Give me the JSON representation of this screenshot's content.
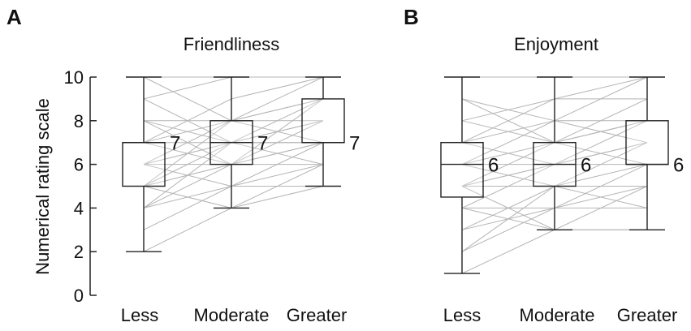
{
  "chart_data": [
    {
      "panel_letter": "A",
      "type": "box_with_paired_lines",
      "title": "Friendliness",
      "ylabel": "Numerical rating scale",
      "categories": [
        "Less",
        "Moderate",
        "Greater"
      ],
      "ylim": [
        0,
        10
      ],
      "yticks": [
        0,
        2,
        4,
        6,
        8,
        10
      ],
      "boxes": [
        {
          "category": "Less",
          "min": 2,
          "q1": 5,
          "median": 7,
          "q3": 7,
          "max": 10,
          "median_label": "7"
        },
        {
          "category": "Moderate",
          "min": 4,
          "q1": 6,
          "median": 7,
          "q3": 8,
          "max": 10,
          "median_label": "7"
        },
        {
          "category": "Greater",
          "min": 5,
          "q1": 7,
          "median": 7,
          "q3": 9,
          "max": 10,
          "median_label": "7"
        }
      ],
      "paired_lines_approx": [
        [
          2,
          4,
          5
        ],
        [
          4,
          5,
          7
        ],
        [
          4,
          6,
          8
        ],
        [
          5,
          4,
          6
        ],
        [
          5,
          6,
          7
        ],
        [
          5,
          7,
          9
        ],
        [
          6,
          5,
          5
        ],
        [
          6,
          7,
          8
        ],
        [
          6,
          8,
          10
        ],
        [
          7,
          6,
          6
        ],
        [
          7,
          7,
          7
        ],
        [
          7,
          8,
          9
        ],
        [
          7,
          9,
          10
        ],
        [
          8,
          6,
          7
        ],
        [
          8,
          7,
          6
        ],
        [
          8,
          8,
          8
        ],
        [
          9,
          7,
          8
        ],
        [
          9,
          10,
          10
        ],
        [
          10,
          8,
          9
        ],
        [
          10,
          10,
          10
        ],
        [
          3,
          5,
          6
        ],
        [
          6,
          6,
          9
        ],
        [
          5,
          8,
          7
        ],
        [
          4,
          7,
          7
        ]
      ]
    },
    {
      "panel_letter": "B",
      "type": "box_with_paired_lines",
      "title": "Enjoyment",
      "ylabel": "",
      "categories": [
        "Less",
        "Moderate",
        "Greater"
      ],
      "ylim": [
        0,
        10
      ],
      "yticks": [
        0,
        2,
        4,
        6,
        8,
        10
      ],
      "boxes": [
        {
          "category": "Less",
          "min": 1,
          "q1": 4.5,
          "median": 6,
          "q3": 7,
          "max": 10,
          "median_label": "6"
        },
        {
          "category": "Moderate",
          "min": 3,
          "q1": 5,
          "median": 6,
          "q3": 7,
          "max": 10,
          "median_label": "6"
        },
        {
          "category": "Greater",
          "min": 3,
          "q1": 6,
          "median": 6,
          "q3": 8,
          "max": 10,
          "median_label": "6"
        }
      ],
      "paired_lines_approx": [
        [
          1,
          3,
          3
        ],
        [
          2,
          4,
          5
        ],
        [
          3,
          5,
          6
        ],
        [
          4,
          3,
          3
        ],
        [
          4,
          6,
          7
        ],
        [
          5,
          5,
          5
        ],
        [
          5,
          7,
          8
        ],
        [
          6,
          6,
          6
        ],
        [
          6,
          7,
          9
        ],
        [
          7,
          6,
          7
        ],
        [
          7,
          8,
          10
        ],
        [
          8,
          7,
          8
        ],
        [
          8,
          9,
          9
        ],
        [
          9,
          8,
          8
        ],
        [
          10,
          10,
          10
        ],
        [
          4,
          4,
          4
        ],
        [
          5,
          6,
          8
        ],
        [
          6,
          5,
          7
        ],
        [
          3,
          4,
          6
        ],
        [
          7,
          9,
          10
        ],
        [
          9,
          7,
          6
        ],
        [
          2,
          5,
          4
        ],
        [
          6,
          8,
          7
        ],
        [
          5,
          3,
          5
        ]
      ]
    }
  ]
}
